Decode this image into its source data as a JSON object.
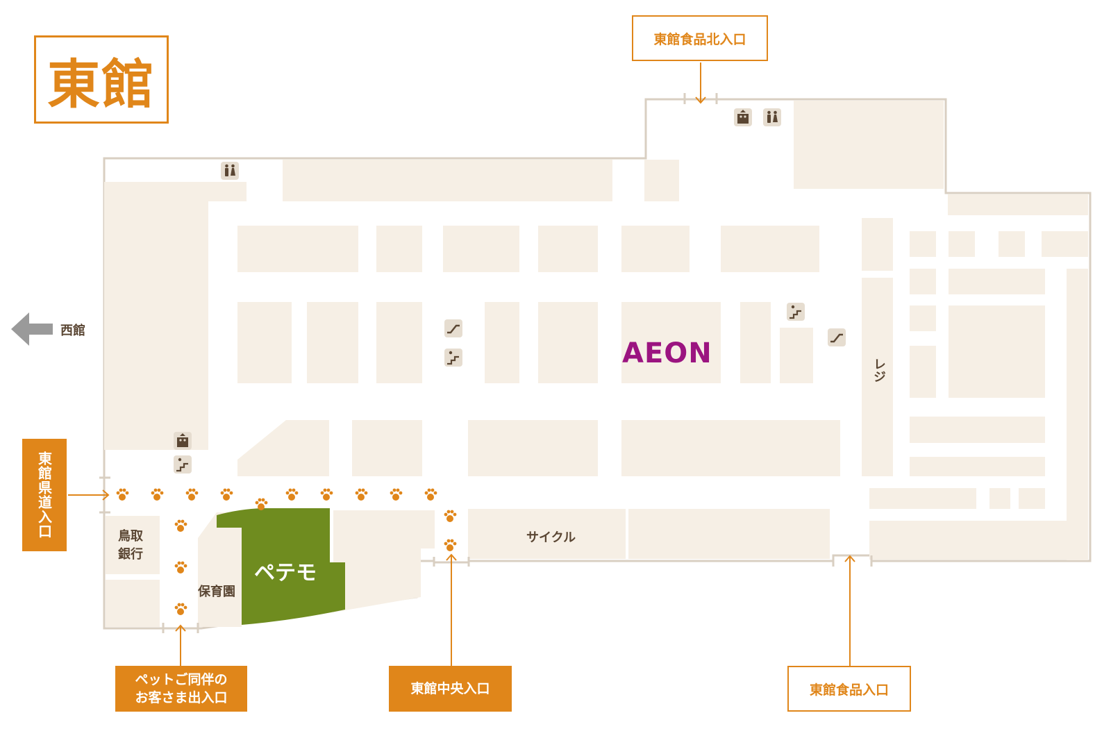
{
  "building_title": "東館",
  "west_building": "西館",
  "entrances": {
    "food_north": "東館食品北入口",
    "prefectural_road": "東館県道入口",
    "pet_entrance_line1": "ペットご同伴の",
    "pet_entrance_line2": "お客さま出入口",
    "center": "東館中央入口",
    "food": "東館食品入口"
  },
  "stores": {
    "aeon": "AEON",
    "petemo": "ペテモ",
    "bank_line1": "鳥取",
    "bank_line2": "銀行",
    "nursery": "保育園",
    "cycle": "サイクル",
    "register": "レジ"
  },
  "colors": {
    "accent": "#e0861a",
    "floor": "#f6efe5",
    "wall": "#d9cfc2",
    "petemo": "#6f8c1f",
    "aeon": "#9b1480",
    "icon_bg": "#e6ddd0",
    "arrow_gray": "#9a9a9a"
  }
}
